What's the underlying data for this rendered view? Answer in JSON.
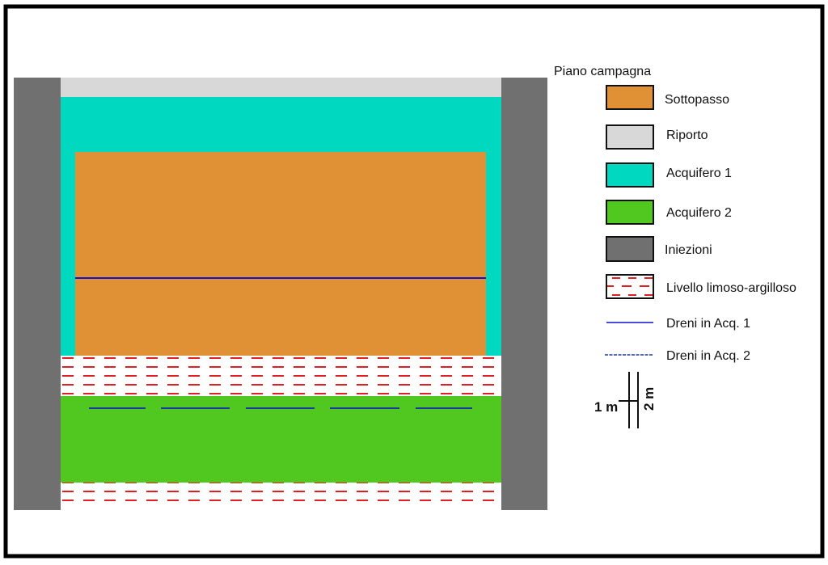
{
  "legend": {
    "title": "Piano campagna",
    "items": [
      {
        "label": "Sottopasso",
        "color": "#e09035"
      },
      {
        "label": "Riporto",
        "color": "#d8d8d8"
      },
      {
        "label": "Acquifero 1",
        "color": "#00d8c0"
      },
      {
        "label": "Acquifero 2",
        "color": "#50c820"
      },
      {
        "label": "Iniezioni",
        "color": "#707070"
      },
      {
        "label": "Livello limoso-argilloso",
        "color": "#e02020"
      },
      {
        "label": "Dreni in Acq. 1",
        "color": "#1010d0"
      },
      {
        "label": "Dreni in Acq. 2",
        "color": "#1a3aa0"
      }
    ]
  },
  "scale": {
    "horizontal": "1 m",
    "vertical": "2 m"
  }
}
